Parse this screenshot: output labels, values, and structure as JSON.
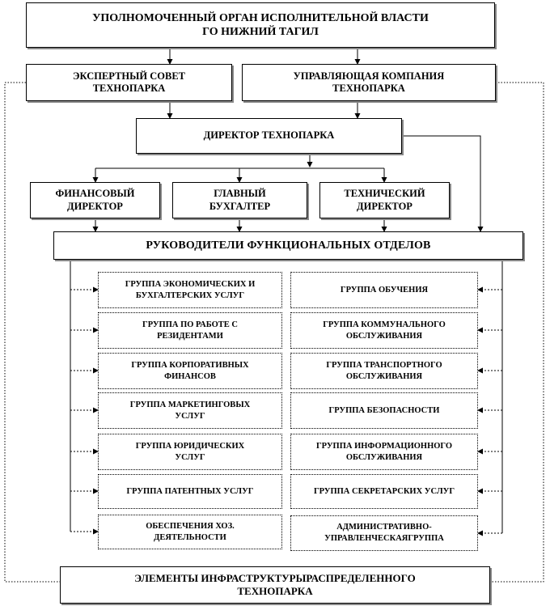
{
  "top": {
    "line1": "УПОЛНОМОЧЕННЫЙ ОРГАН ИСПОЛНИТЕЛЬНОЙ ВЛАСТИ",
    "line2": "ГО НИЖНИЙ ТАГИЛ"
  },
  "expert_council": "ЭКСПЕРТНЫЙ СОВЕТ\nТЕХНОПАРКА",
  "management_company": "УПРАВЛЯЮЩАЯ КОМПАНИЯ\nТЕХНОПАРКА",
  "director": "ДИРЕКТОР ТЕХНОПАРКА",
  "deputies": {
    "financial": "ФИНАНСОВЫЙ\nДИРЕКТОР",
    "accountant": "ГЛАВНЫЙ\nБУХГАЛТЕР",
    "technical": "ТЕХНИЧЕСКИЙ\nДИРЕКТОР"
  },
  "heads": "РУКОВОДИТЕЛИ ФУНКЦИОНАЛЬНЫХ ОТДЕЛОВ",
  "left_groups": [
    "ГРУППА ЭКОНОМИЧЕСКИХ И\nБУХГАЛТЕРСКИХ УСЛУГ",
    "ГРУППА ПО РАБОТЕ С\nРЕЗИДЕНТАМИ",
    "ГРУППА КОРПОРАТИВНЫХ\nФИНАНСОВ",
    "ГРУППА МАРКЕТИНГОВЫХ\nУСЛУГ",
    "ГРУППА ЮРИДИЧЕСКИХ\nУСЛУГ",
    "ГРУППА ПАТЕНТНЫХ УСЛУГ",
    "ОБЕСПЕЧЕНИЯ ХОЗ.\nДЕЯТЕЛЬНОСТИ"
  ],
  "right_groups": [
    "ГРУППА ОБУЧЕНИЯ",
    "ГРУППА КОММУНАЛЬНОГО\nОБСЛУЖИВАНИЯ",
    "ГРУППА ТРАНСПОРТНОГО\nОБСЛУЖИВАНИЯ",
    "ГРУППА БЕЗОПАСНОСТИ",
    "ГРУППА ИНФОРМАЦИОННОГО\nОБСЛУЖИВАНИЯ",
    "ГРУППА СЕКРЕТАРСКИХ УСЛУГ",
    "АДМИНИСТРАТИВНО-\nУПРАВЛЕНЧЕСКАЯГРУППА"
  ],
  "bottom": "ЭЛЕМЕНТЫ ИНФРАСТРУКТУРЫРАСПРЕДЕЛЕННОГО\nТЕХНОПАРКА"
}
